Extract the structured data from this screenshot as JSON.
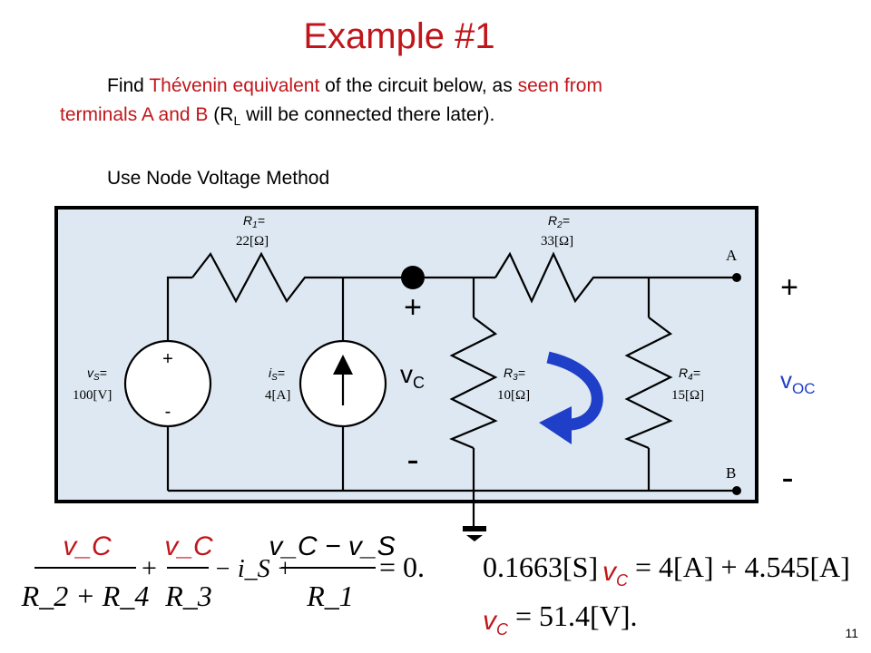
{
  "title": "Example #1",
  "prompt": {
    "line1_pre": "Find ",
    "line1_red1": "Thévenin equivalent",
    "line1_mid": " of the circuit below, as ",
    "line1_red2": "seen from",
    "line2_red": "terminals A and B",
    "line2_a": " (R",
    "line2_sub": "L",
    "line2_b": " will be connected there later)."
  },
  "method": "Use Node Voltage Method",
  "circuit": {
    "r1_name": "R",
    "r1_sub": "1",
    "r1_val": "22[Ω]",
    "r2_name": "R",
    "r2_sub": "2",
    "r2_val": "33[Ω]",
    "r3_name": "R",
    "r3_sub": "3",
    "r3_val": "10[Ω]",
    "r4_name": "R",
    "r4_sub": "4",
    "r4_val": "15[Ω]",
    "vs_name": "v",
    "vs_sub": "S",
    "vs_val": "100[V]",
    "is_name": "i",
    "is_sub": "S",
    "is_val": "4[A]",
    "src_plus": "+",
    "src_minus": "-",
    "terminal_a": "A",
    "terminal_b": "B",
    "vc_name": "v",
    "vc_sub": "C",
    "vc_plus": "+",
    "vc_minus": "-",
    "voc_name": "v",
    "voc_sub": "OC",
    "voc_plus": "+",
    "voc_minus": "-"
  },
  "equation1": {
    "t1_num": "v_C",
    "t1_den": "R_2 + R_4",
    "op1": "+",
    "t2_num": "v_C",
    "t2_den": "R_3",
    "t3": "− i_S +",
    "t4_num": "v_C − v_S",
    "t4_den": "R_1",
    "tail": "= 0."
  },
  "equation2": {
    "lhs_coef": "0.1663[S]",
    "var": "v",
    "var_sub": "C",
    "rhs": "= 4[A] + 4.545[A]"
  },
  "equation3": {
    "var": "v",
    "var_sub": "C",
    "rhs": "= 51.4[V]."
  },
  "slide_number": "11",
  "colors": {
    "accent_red": "#c0161b",
    "panel_fill": "#dde8f2",
    "arrow_blue": "#1f3fc8"
  }
}
